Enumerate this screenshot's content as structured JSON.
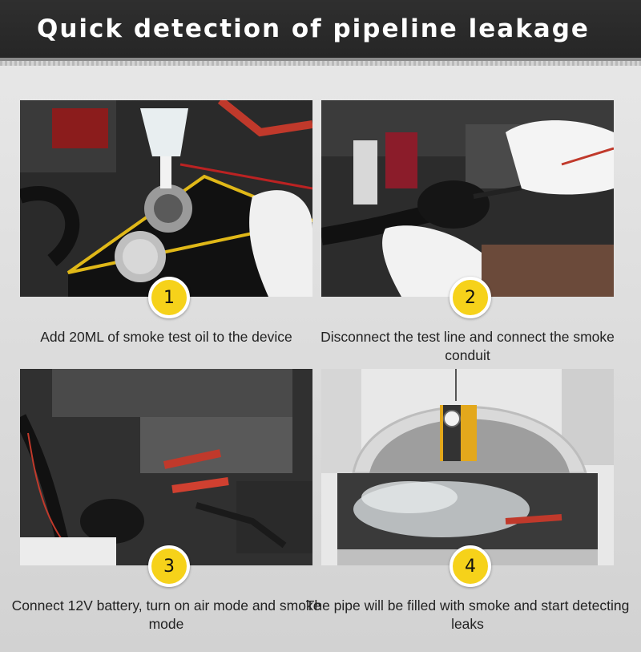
{
  "header": {
    "title": "Quick detection of pipeline leakage"
  },
  "steps": [
    {
      "number": "1",
      "caption": "Add 20ML of smoke test oil to the device"
    },
    {
      "number": "2",
      "caption": "Disconnect the test line and connect the smoke conduit"
    },
    {
      "number": "3",
      "caption": "Connect 12V battery, turn on air mode and smoke mode"
    },
    {
      "number": "4",
      "caption": "The pipe will be filled with smoke and start detecting leaks"
    }
  ],
  "colors": {
    "header_bg": "#2b2b2b",
    "badge": "#f6d21a",
    "text": "#222222"
  }
}
